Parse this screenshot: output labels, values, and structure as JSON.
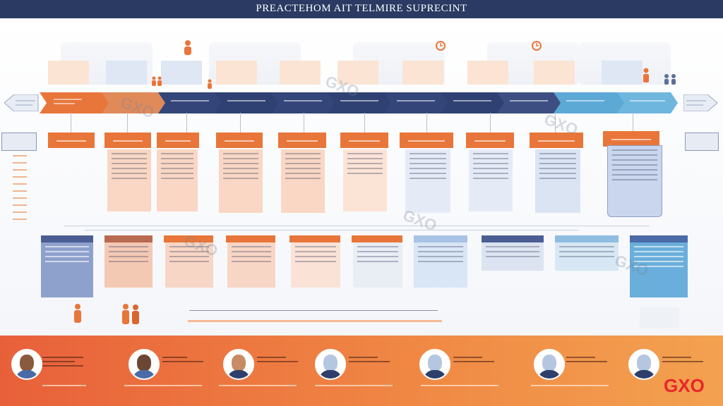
{
  "header": {
    "title": "PREACTEHOM AIT TELMIRE SUPRECINT"
  },
  "watermark": {
    "text": "GXO"
  },
  "logo": {
    "text": "GXO"
  },
  "colors": {
    "navy": "#2a3a62",
    "orange": "#e8763a",
    "light_blue": "#5da9d6",
    "footer": "#ee7d42"
  },
  "icons": [
    "person-icon",
    "clock-icon",
    "chevron-arrow-icon"
  ]
}
